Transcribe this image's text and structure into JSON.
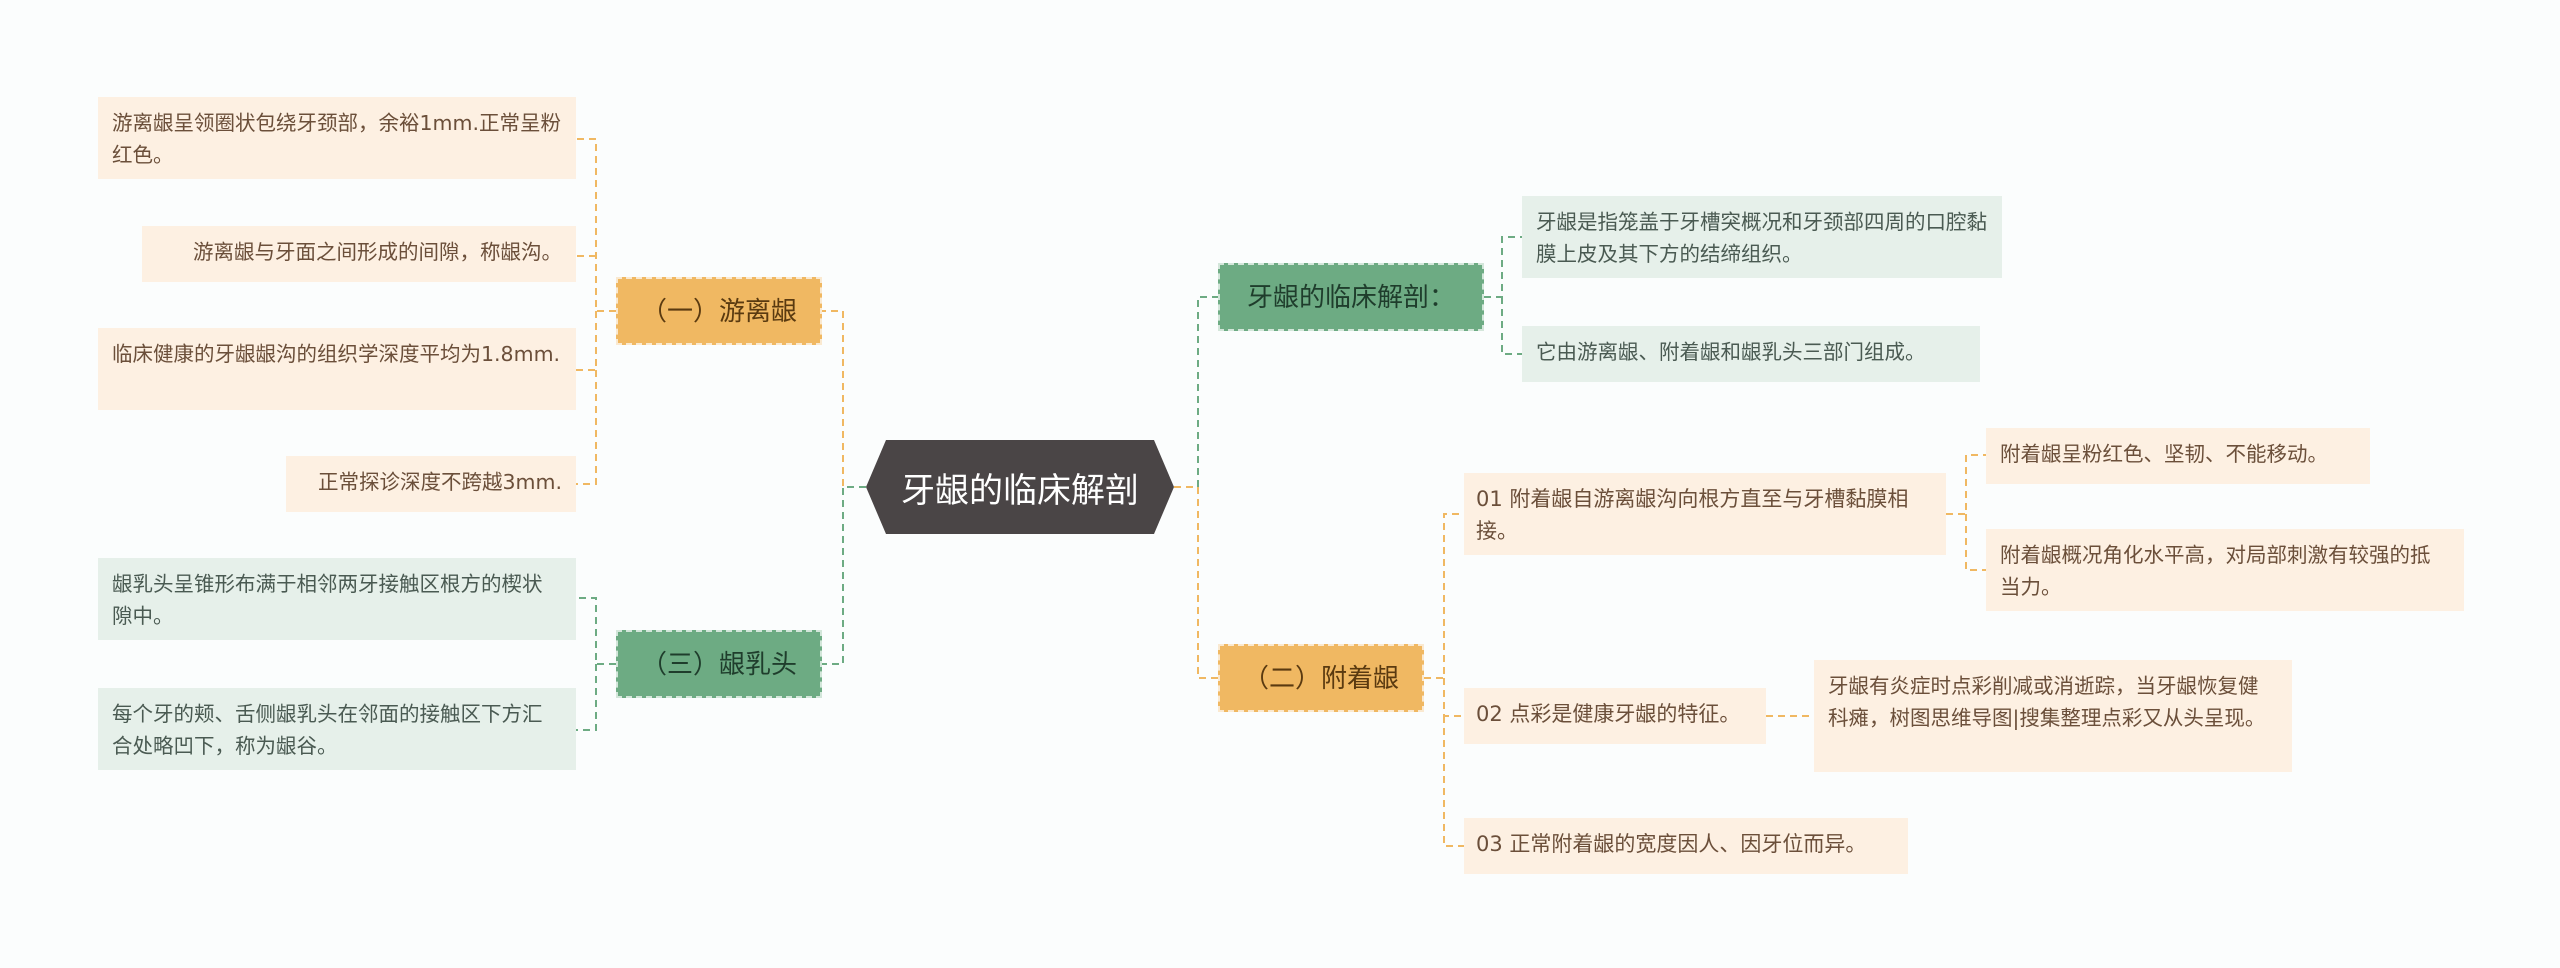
{
  "root": {
    "label": "牙龈的临床解剖"
  },
  "left": {
    "free_gingiva": {
      "label": "（一）游离龈",
      "items": [
        "游离龈呈领圈状包绕牙颈部，余裕1mm.正常呈粉红色。",
        "游离龈与牙面之间形成的间隙，称龈沟。",
        "临床健康的牙龈龈沟的组织学深度平均为1.8mm.",
        "正常探诊深度不跨越3mm."
      ]
    },
    "papilla": {
      "label": "（三）龈乳头",
      "items": [
        "龈乳头呈锥形布满于相邻两牙接触区根方的楔状隙中。",
        "每个牙的颊、舌侧龈乳头在邻面的接触区下方汇合处略凹下，称为龈谷。"
      ]
    }
  },
  "right": {
    "anatomy": {
      "label": "牙龈的临床解剖：",
      "items": [
        "牙龈是指笼盖于牙槽突概况和牙颈部四周的口腔黏膜上皮及其下方的结缔组织。",
        "它由游离龈、附着龈和龈乳头三部门组成。"
      ]
    },
    "attached": {
      "label": "（二）附着龈",
      "subs": [
        {
          "label": "01 附着龈自游离龈沟向根方直至与牙槽黏膜相接。",
          "items": [
            "附着龈呈粉红色、坚韧、不能移动。",
            "附着龈概况角化水平高，对局部刺激有较强的抵当力。"
          ]
        },
        {
          "label": "02 点彩是健康牙龈的特征。",
          "items": [
            "牙龈有炎症时点彩削减或消逝踪，当牙龈恢复健科瘫，树图思维导图|搜集整理点彩又从头呈现。"
          ]
        },
        {
          "label": "03 正常附着龈的宽度因人、因牙位而异。",
          "items": []
        }
      ]
    }
  },
  "colors": {
    "orange_branch": "#f0b862",
    "green_branch": "#6dab83",
    "orange_leaf": "#fdf0e2",
    "green_leaf": "#e6f0ea",
    "root": "#4a4546",
    "orange_line": "#f0b862",
    "green_line": "#6dab83"
  }
}
